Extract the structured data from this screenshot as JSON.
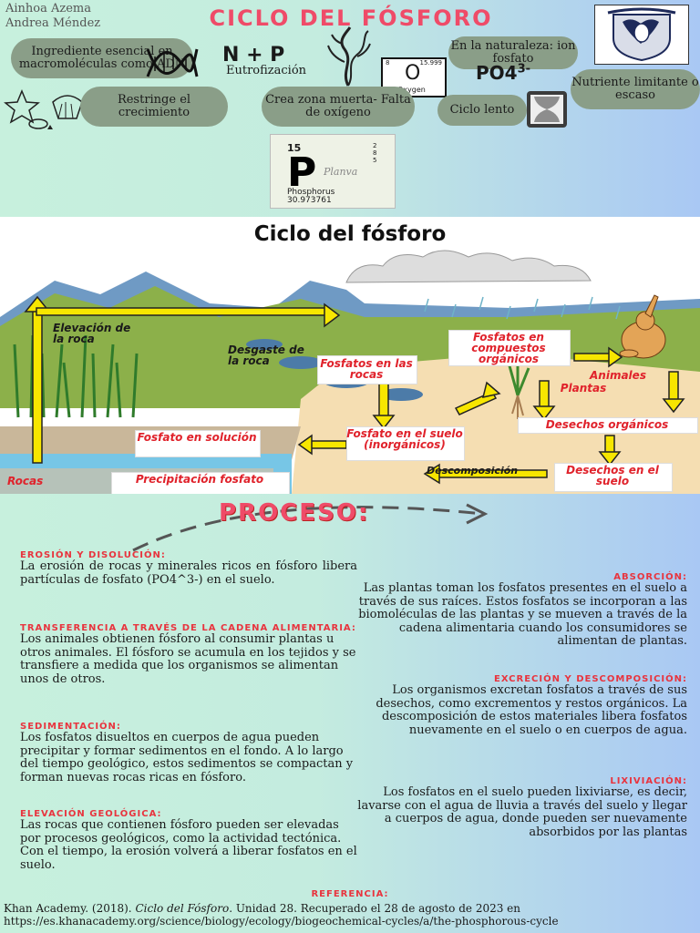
{
  "header": {
    "authors": [
      "Ainhoa Azema",
      "Andrea Méndez"
    ],
    "title": "Ciclo del fósforo"
  },
  "top": {
    "pill_adn": "Ingrediente esencial en macromoléculas como ADN",
    "np_text": "N + P",
    "eutro": "Eutrofización",
    "oxygen": {
      "number": "8",
      "mass": "15.999",
      "symbol": "O",
      "name": "Oxygen"
    },
    "pill_ion": "En la naturaleza: ion fosfato",
    "po4": "PO4",
    "po4_charge": "3-",
    "pill_nutriente": "Nutriente limitante o escaso",
    "pill_restringe": "Restringe el crecimiento",
    "pill_zona": "Crea zona muerta- Falta de oxígeno",
    "pill_lento": "Ciclo lento",
    "ptile": {
      "number": "15",
      "symbol": "P",
      "name": "Phosphorus",
      "mass": "30.973761",
      "side": "2 8 5",
      "script": "Planva"
    }
  },
  "diagram": {
    "title": "Ciclo del fósforo",
    "labels": {
      "elevacion": "Elevación de la roca",
      "desgaste": "Desgaste de la roca",
      "fosf_rocas": "Fosfatos en las rocas",
      "fosf_compuestos": "Fosfatos en compuestos orgánicos",
      "animales": "Animales",
      "plantas": "Plantas",
      "desechos_org": "Desechos orgánicos",
      "fosf_solucion": "Fosfato en solución",
      "fosf_suelo": "Fosfato en el suelo (inorgánicos)",
      "rocas": "Rocas",
      "precipitacion": "Precipitación fosfato",
      "descomposicion": "Descomposición",
      "desechos_suelo": "Desechos en el suelo"
    }
  },
  "proceso": {
    "title": "PROCESO:",
    "left": [
      {
        "heading": "Erosión y disolución:",
        "text": "La erosión de rocas y minerales ricos en fósforo libera partículas de fosfato (PO4^3-) en el suelo."
      },
      {
        "heading": "Transferencia a través de la cadena alimentaria:",
        "text": "Los animales obtienen fósforo al consumir plantas u otros animales. El fósforo se acumula en los tejidos y se transfiere a medida que los organismos se alimentan unos de otros."
      },
      {
        "heading": "Sedimentación:",
        "text": "Los fosfatos disueltos en cuerpos de agua pueden precipitar y formar sedimentos en el fondo. A lo largo del tiempo geológico, estos sedimentos se compactan y forman nuevas rocas ricas en fósforo."
      },
      {
        "heading": "Elevación geológica:",
        "text": "Las rocas que contienen fósforo pueden ser elevadas por procesos geológicos, como la actividad tectónica. Con el tiempo, la erosión volverá a liberar fosfatos en el suelo."
      }
    ],
    "right": [
      {
        "heading": "Absorción:",
        "text": "Las plantas toman los fosfatos presentes en el suelo a través de sus raíces. Estos fosfatos se incorporan a las biomoléculas de las plantas y se mueven a través de la cadena alimentaria cuando los consumidores se alimentan de plantas."
      },
      {
        "heading": "Excreción y descomposición:",
        "text": "Los organismos excretan fosfatos a través de sus desechos, como excrementos y restos orgánicos. La descomposición de estos materiales libera fosfatos nuevamente en el suelo o en cuerpos de agua."
      },
      {
        "heading": "Lixiviación:",
        "text": "Los fosfatos en el suelo pueden lixiviarse, es decir, lavarse con el agua de lluvia a través del suelo y llegar a cuerpos de agua, donde pueden ser nuevamente absorbidos por las plantas"
      }
    ]
  },
  "referencia": {
    "heading": "Referencia:",
    "before": "Khan Academy. (2018). ",
    "italic": "Ciclo del Fósforo",
    "after": ". Unidad 28. Recuperado el 28 de agosto de 2023 en",
    "url": "https://es.khanacademy.org/science/biology/ecology/biogeochemical-cycles/a/the-phosphorous-cycle"
  },
  "colors": {
    "accent": "#ef4b68",
    "pill": "#8a9e88",
    "arrow_yellow": "#f7e600",
    "label_red": "#e0222b"
  }
}
